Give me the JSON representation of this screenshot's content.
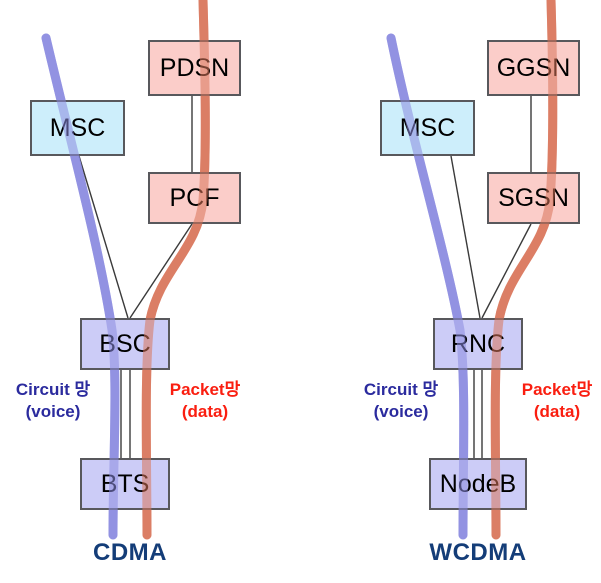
{
  "diagram": {
    "title_hidden": "",
    "panels": [
      {
        "id": "cdma",
        "title": "CDMA",
        "nodes": {
          "msc": "MSC",
          "core_upper": "PDSN",
          "core_lower": "PCF",
          "controller": "BSC",
          "base_station": "BTS"
        },
        "labels": {
          "circuit_line1": "Circuit 망",
          "circuit_line2": "(voice)",
          "packet_line1": "Packet망",
          "packet_line2": "(data)"
        }
      },
      {
        "id": "wcdma",
        "title": "WCDMA",
        "nodes": {
          "msc": "MSC",
          "core_upper": "GGSN",
          "core_lower": "SGSN",
          "controller": "RNC",
          "base_station": "NodeB"
        },
        "labels": {
          "circuit_line1": "Circuit 망",
          "circuit_line2": "(voice)",
          "packet_line1": "Packet망",
          "packet_line2": "(data)"
        }
      }
    ],
    "colors": {
      "msc_box_fill": "#cdeefb",
      "core_box_fill": "#fbcdc9",
      "ran_box_fill": "#ccccf7",
      "box_border": "#58585c",
      "circuit_curve": "#8b8be0",
      "packet_curve": "#d9755a",
      "circuit_label_text": "#2b2b9e",
      "packet_label_text": "#fa1e10",
      "panel_title_text": "#143d78",
      "connector_line": "#3a3a3a",
      "background": "#ffffff"
    }
  }
}
